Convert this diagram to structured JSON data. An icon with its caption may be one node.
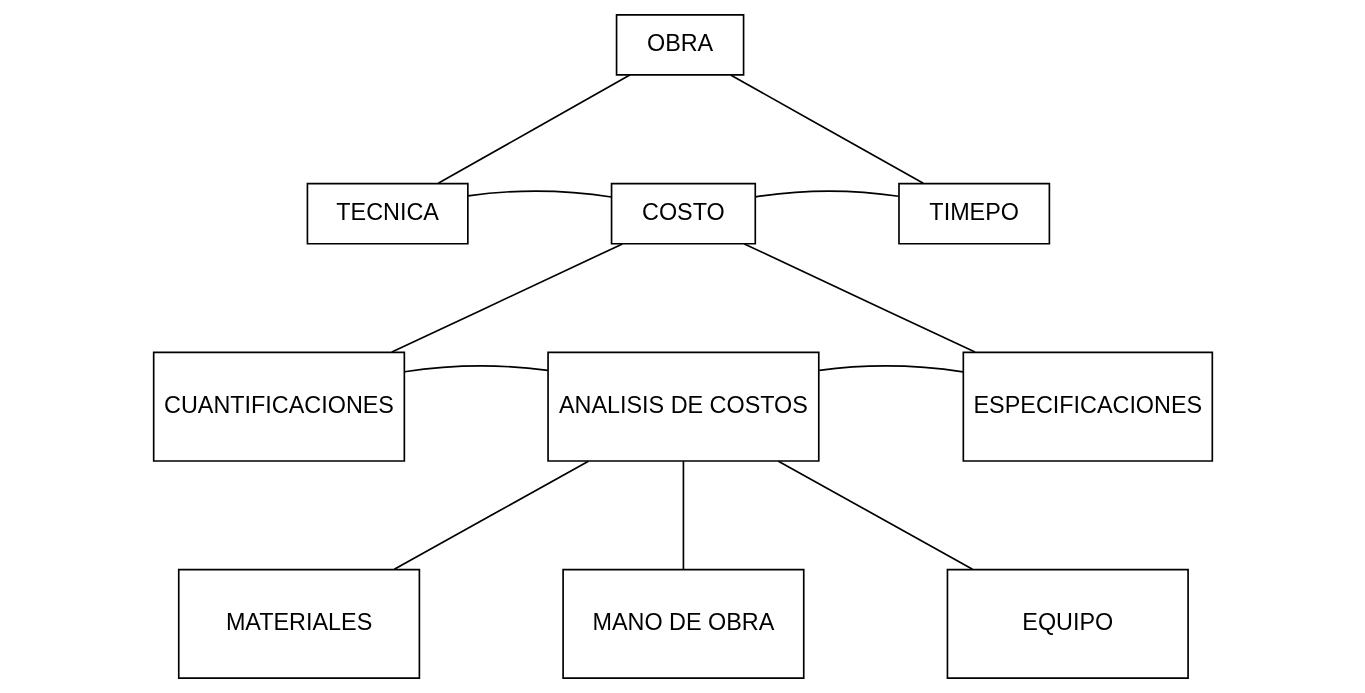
{
  "diagram": {
    "nodes": [
      {
        "text": [
          "OBRA"
        ]
      },
      {
        "text": [
          "TECNICA"
        ]
      },
      {
        "text": [
          "COSTO"
        ]
      },
      {
        "text": [
          "TIMEPO"
        ]
      },
      {
        "text": [
          "CUANTIFICACIONES"
        ]
      },
      {
        "text": [
          "ANALISIS DE COSTOS"
        ]
      },
      {
        "text": [
          "ESPECIFICACIONES"
        ]
      },
      {
        "text": [
          "MATERIALES"
        ]
      },
      {
        "text": [
          "MANO DE OBRA"
        ]
      },
      {
        "text": [
          "EQUIPO"
        ]
      }
    ],
    "edges": [
      {
        "from": 0,
        "to": 1,
        "arrow": "none"
      },
      {
        "from": 0,
        "to": 3,
        "arrow": "none"
      },
      {
        "from": 1,
        "to": 2,
        "arrow": "none"
      },
      {
        "from": 2,
        "to": 3,
        "arrow": "none"
      },
      {
        "from": 2,
        "to": 4,
        "arrow": "none"
      },
      {
        "from": 2,
        "to": 6,
        "arrow": "none"
      },
      {
        "from": 4,
        "to": 5,
        "arrow": "none"
      },
      {
        "from": 5,
        "to": 6,
        "arrow": "none"
      },
      {
        "from": 5,
        "to": 7,
        "arrow": "none"
      },
      {
        "from": 5,
        "to": 8,
        "arrow": "none"
      },
      {
        "from": 5,
        "to": 9,
        "arrow": "none"
      }
    ]
  }
}
